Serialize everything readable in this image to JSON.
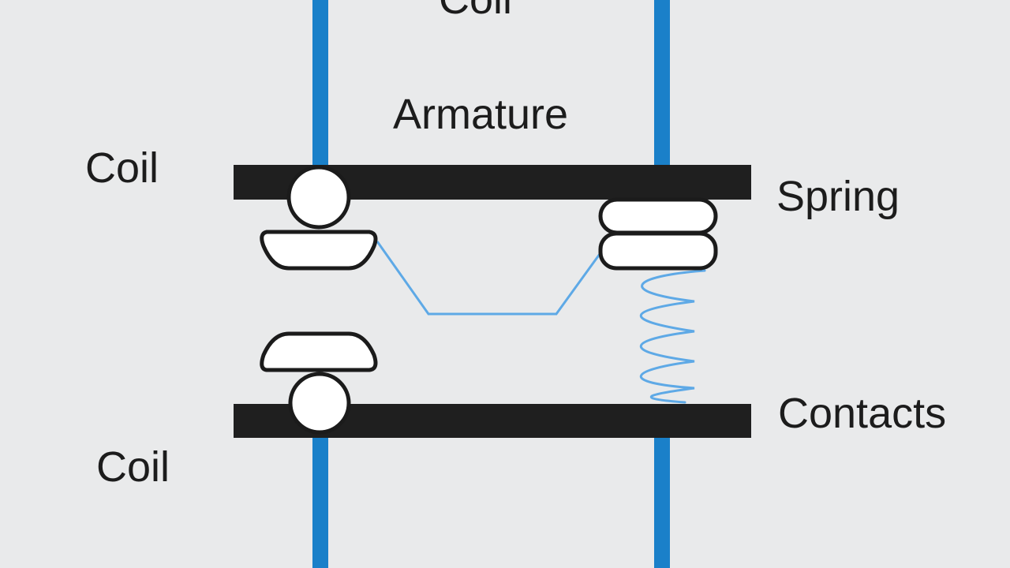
{
  "labels": {
    "coil_top": "Coil",
    "armature": "Armature",
    "coil_left_upper": "Coil",
    "spring": "Spring",
    "contacts": "Contacts",
    "coil_left_lower": "Coil"
  },
  "colors": {
    "background": "#e9eaeb",
    "wire": "#1a80c9",
    "bar": "#1f1f1f",
    "spring": "#5ea9e6",
    "link": "#5ea9e6",
    "part_fill": "#ffffff",
    "part_stroke": "#1b1b1b"
  }
}
